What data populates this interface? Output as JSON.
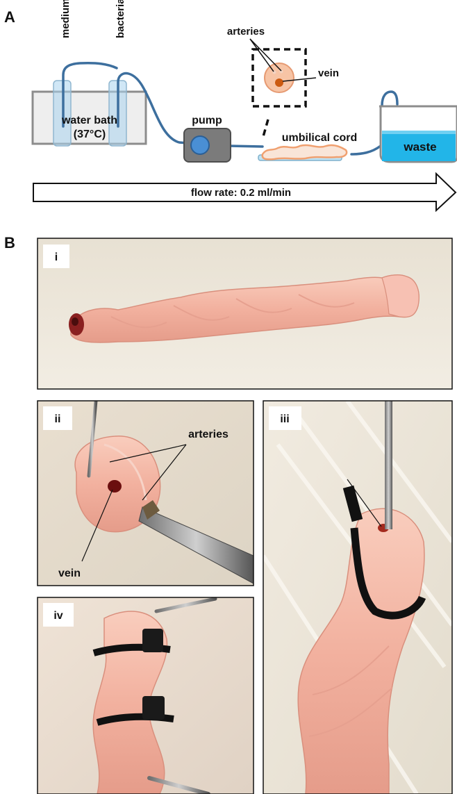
{
  "panel_a": {
    "letter": "A",
    "labels": {
      "medium": "medium",
      "bacteria": "bacteria",
      "water_bath_line1": "water bath",
      "water_bath_line2": "(37°C)",
      "pump": "pump",
      "arteries": "arteries",
      "vein": "vein",
      "umbilical_cord": "umbilical cord",
      "waste": "waste",
      "flow_rate": "flow rate: 0.2 ml/min"
    }
  },
  "panel_b": {
    "letter": "B",
    "photos": {
      "i": {
        "tag": "i"
      },
      "ii": {
        "tag": "ii",
        "arteries": "arteries",
        "vein": "vein"
      },
      "iii": {
        "tag": "iii"
      },
      "iv": {
        "tag": "iv"
      }
    }
  },
  "colors": {
    "tubing": "#3d6f9e",
    "tube_fill": "#a9d3ee",
    "bath_fill": "#eeeeee",
    "bath_border": "#8c8c8c",
    "pump_body": "#7b7b7b",
    "pump_rotor": "#4a8fd4",
    "waste_liquid": "#22b5e8",
    "cord_outline": "#f0a070",
    "photo_bg": "#efe8dc",
    "tissue": "#f4b7a6"
  }
}
